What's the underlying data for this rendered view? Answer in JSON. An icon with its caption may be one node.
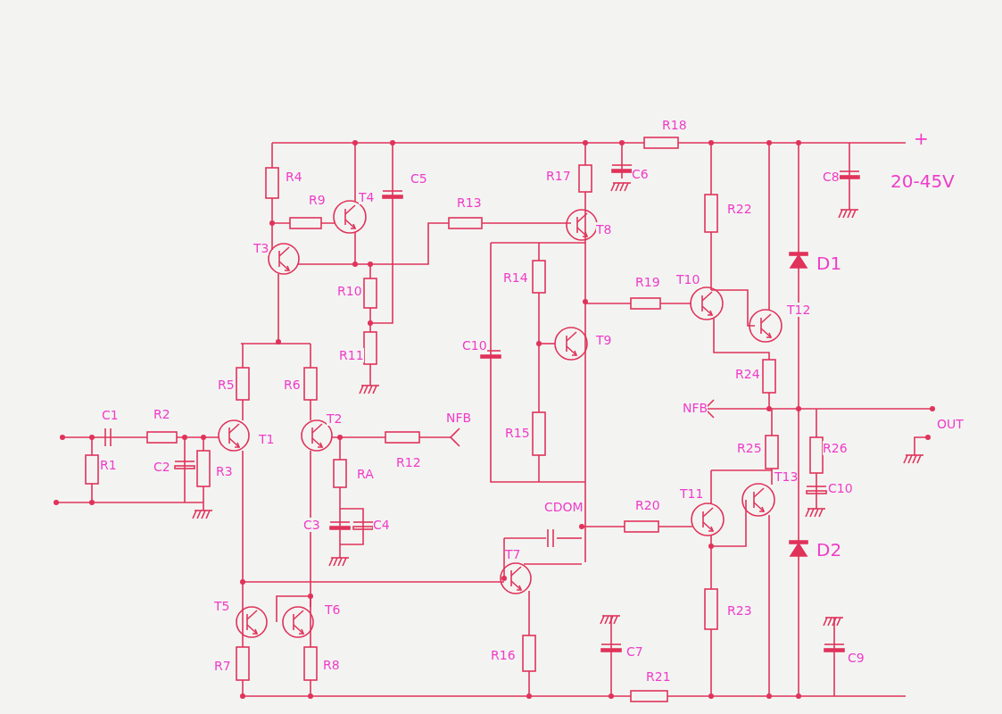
{
  "diagram": {
    "labels": [
      "R18",
      "+",
      "R4",
      "T4",
      "C5",
      "R17",
      "C6",
      "C8",
      "20-45V",
      "R9",
      "R13",
      "T8",
      "R22",
      "T3",
      "D1",
      "R10",
      "R14",
      "R19",
      "T10",
      "T12",
      "C10",
      "T9",
      "R11",
      "R5",
      "R6",
      "R24",
      "C1",
      "R2",
      "T2",
      "NFB",
      "NFB",
      "OUT",
      "T1",
      "R15",
      "R25",
      "R26",
      "R1",
      "C2",
      "R3",
      "RA",
      "R12",
      "T11",
      "T13",
      "C10",
      "CDOM",
      "R20",
      "C3",
      "C4",
      "T7",
      "D2",
      "T5",
      "T6",
      "R23",
      "R7",
      "R8",
      "R16",
      "C7",
      "C9",
      "R21"
    ]
  }
}
